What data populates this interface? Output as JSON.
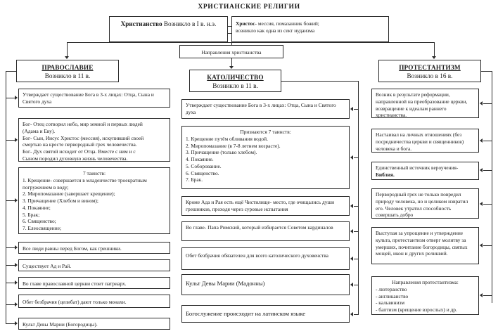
{
  "title": "ХРИСТИАНСКИЕ РЕЛИГИИ",
  "top": {
    "christianity": {
      "name": "Христианство",
      "origin": "Возникло в I в. н.э."
    },
    "christos": {
      "lead": "Христос",
      "rest": "- мессия, помазанник божий;",
      "line2": "возникло как одна из сект иудаизма"
    },
    "directions": "Направления христианства"
  },
  "branches": {
    "orthodoxy": {
      "name": "ПРАВОСЛАВИЕ",
      "origin": "Возникло в 11 в."
    },
    "catholicism": {
      "name": "КАТОЛИЧЕСТВО",
      "origin": "Возникло в 11 в."
    },
    "protestantism": {
      "name": "ПРОТЕСТАНТИЗМ",
      "origin": "Возникло в 16 в."
    }
  },
  "orthodoxy_items": {
    "trinity": "Утверждает существование Бога в 3-х лицах: Отца, Сына и Святого духа",
    "persons": {
      "l1": "Бог- Отец сотворил небо, мир земной и первых людей",
      "l2": "(Адама и Еву).",
      "l3": "Бог- Сын, Иисус Христос (мессия), искупивший своей",
      "l4": "смертью на кресте первородный грех человечества.",
      "l5": "Бог- Дух святой исходит от Отца. Вместе с ним и с",
      "l6": "Сыном породил духовную жизнь человечества."
    },
    "sacraments": {
      "heading": "7 таинств:",
      "i1": "1. Крещение- совершается в младенчестве троекратным",
      "i1b": "погружением в воду;",
      "i2": "2. Миропомазание (завершает крещение);",
      "i3": "3. Причащение (Хлебом и вином);",
      "i4": "4. Покаяние;",
      "i5": "5. Брак;",
      "i6": "6. Священство;",
      "i7": "7. Елеосвящение;"
    },
    "equal": "Все люди равны перед Богом, как грешники.",
    "hellheaven": "Существует Ад и Рай.",
    "patriarch": "Во главе православной церкви стоит патриарх.",
    "celibacy": "Обет безбрачия (целибат) дают только монахи.",
    "mary": "Культ Девы Марии (Богородицы)."
  },
  "catholicism_items": {
    "trinity": "Утверждает существование Бога в 3-х лицах: Отца, Сына и Святого духа",
    "sacraments": {
      "heading": "Признаются 7 таинств:",
      "i1": "1. Крещение путём обливания водой.",
      "i2": "2. Миропомазание (в 7-8 летнем возрасте).",
      "i3": "3. Причащение (только хлебом).",
      "i4": "4. Покаяние.",
      "i5": "5. Соборование.",
      "i6": "6. Священство.",
      "i7": "7. Брак."
    },
    "purgatory": "Кроме Ада и Рая есть ещё Чистилище- место, где очищались души грешников, проходя через суровые испытания",
    "pope": "Во главе- Папа Римский, который избирается Советом кардиналов",
    "celibacy": "Обет безбрачия обязателен для всего католического духовенства",
    "madonna": "Культ Девы Марии (Мадонны)",
    "latin": "Богослужение происходит на латинском языке"
  },
  "protestantism_items": {
    "reformation": "Возник в результате реформации, направленной на преобразование церкви, возвращение к идеалам раннего христианства.",
    "personal": "Настаивал на личных отношениях (без посредничества церкви и священников) человека и бога.",
    "bible": {
      "text": "Единственный источник вероучения-",
      "bold": "Библия."
    },
    "sin": "Первородный грех не только повредил природу человека, но и целиком извратил его. Человек утратил способность совершать добро",
    "cult": "Выступая за упрощение и утверждение культа, протестантизм отверг молитву за умерших, почитание богородицы, святых мощей, икон и других реликвий.",
    "directions": {
      "heading": "Направления протестантизма:",
      "i1": "- лютеранство",
      "i2": "- англиканство",
      "i3": "- кальвинизм",
      "i4": "- баптизм (крещение взрослых) и др."
    }
  }
}
